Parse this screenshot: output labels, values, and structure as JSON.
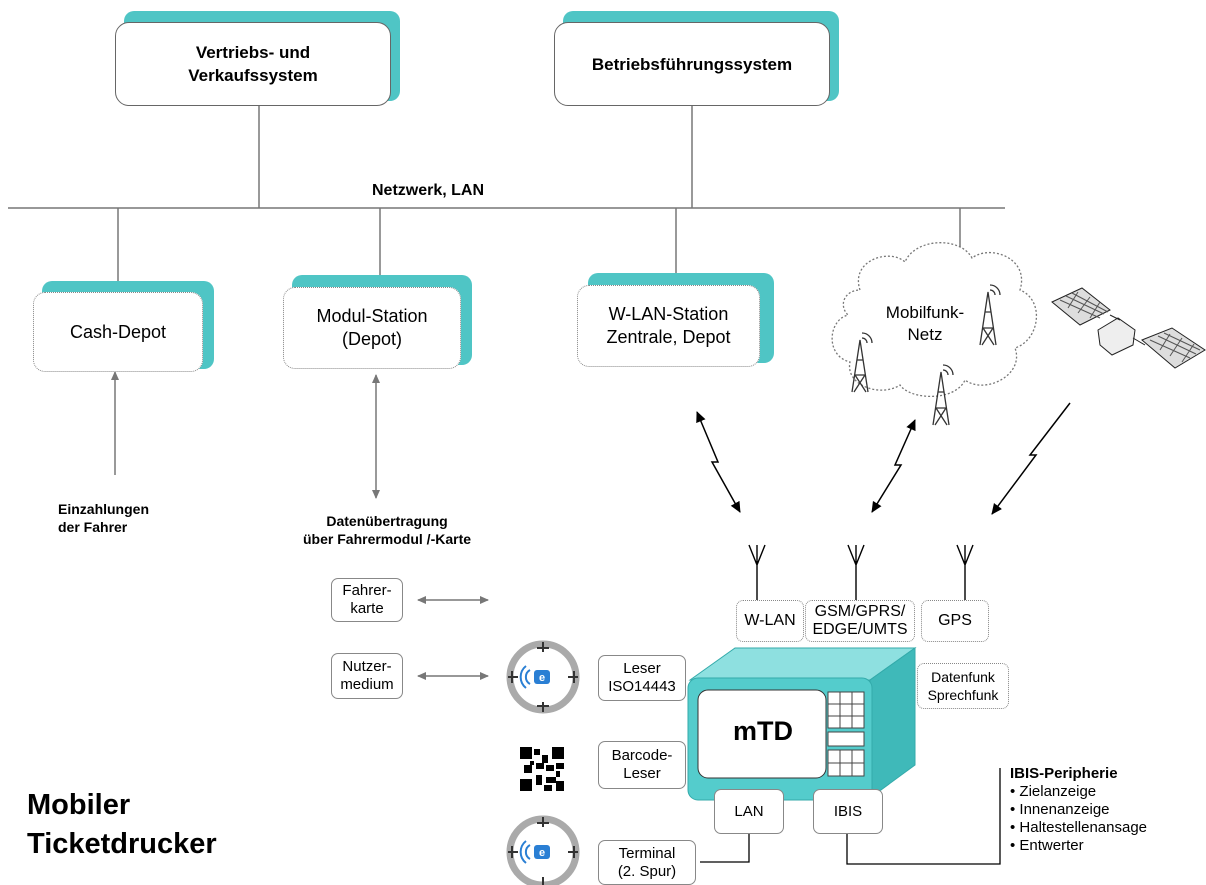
{
  "diagram": {
    "top_systems": {
      "sales": "Vertriebs- und\nVerkaufssystem",
      "operations": "Betriebsführungssystem"
    },
    "network_label": "Netzwerk, LAN",
    "stations": {
      "cash_depot": "Cash-Depot",
      "module_station": "Modul-Station\n(Depot)",
      "wlan_station": "W-LAN-Station\nZentrale, Depot",
      "mobile_network": "Mobilfunk-\nNetz"
    },
    "notes": {
      "payments": "Einzahlungen\nder Fahrer",
      "data_transfer": "Datenübertragung\nüber Fahrermodul /-Karte"
    },
    "media": {
      "driver_card": "Fahrer-\nkarte",
      "user_medium": "Nutzer-\nmedium"
    },
    "interfaces": {
      "wlan": "W-LAN",
      "gsm": "GSM/GPRS/\nEDGE/UMTS",
      "gps": "GPS",
      "radio": "Datenfunk\nSprechfunk",
      "reader": "Leser\nISO14443",
      "barcode": "Barcode-\nLeser",
      "lan": "LAN",
      "ibis": "IBIS",
      "terminal": "Terminal\n(2. Spur)"
    },
    "device": "mTD",
    "ibis_peripherals": {
      "heading": "IBIS-Peripherie",
      "items": [
        "Zielanzeige",
        "Innenanzeige",
        "Haltestellenansage",
        "Entwerter"
      ]
    },
    "title": "Mobiler\nTicketdrucker",
    "colors": {
      "accent": "#4fc5c5",
      "line": "#777777"
    }
  }
}
